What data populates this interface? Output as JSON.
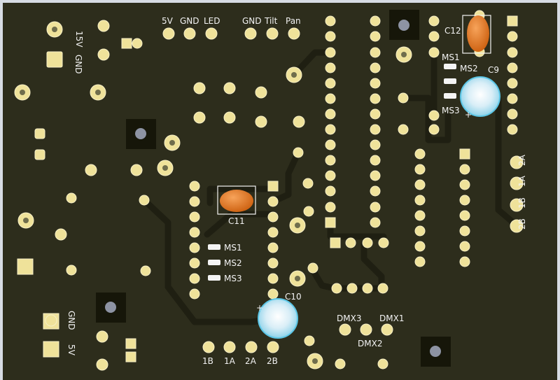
{
  "labels": {
    "v15": "15V",
    "gnd_top": "GND",
    "hdr_5v": "5V",
    "hdr_gnd": "GND",
    "hdr_led": "LED",
    "hdr_gnd2": "GND",
    "hdr_tilt": "Tilt",
    "hdr_pan": "Pan",
    "c12": "C12",
    "c9": "C9",
    "ms1_right": "MS1",
    "ms2_right": "MS2",
    "ms3_right": "MS3",
    "c11": "C11",
    "ms1_mid": "MS1",
    "ms2_mid": "MS2",
    "ms3_mid": "MS3",
    "c10": "C10",
    "gnd_bottom": "GND",
    "v5_bottom": "5V",
    "b1": "1B",
    "a1": "1A",
    "a2": "2A",
    "b2": "2B",
    "dmx3": "DMX3",
    "dmx1": "DMX1",
    "dmx2": "DMX2",
    "side_2a": "2A",
    "side_1a": "1A",
    "side_1b": "1B",
    "side_2b": "2B",
    "plus_c9": "+",
    "plus_c10": "+"
  },
  "colors": {
    "board": "#2d2d1c",
    "copper": "#1f1f12",
    "pad": "#efe29a",
    "silk": "#f2f2f2",
    "cap": "#e07a22",
    "electrolytic": "#dff3fb",
    "background": "#d7dce4"
  }
}
